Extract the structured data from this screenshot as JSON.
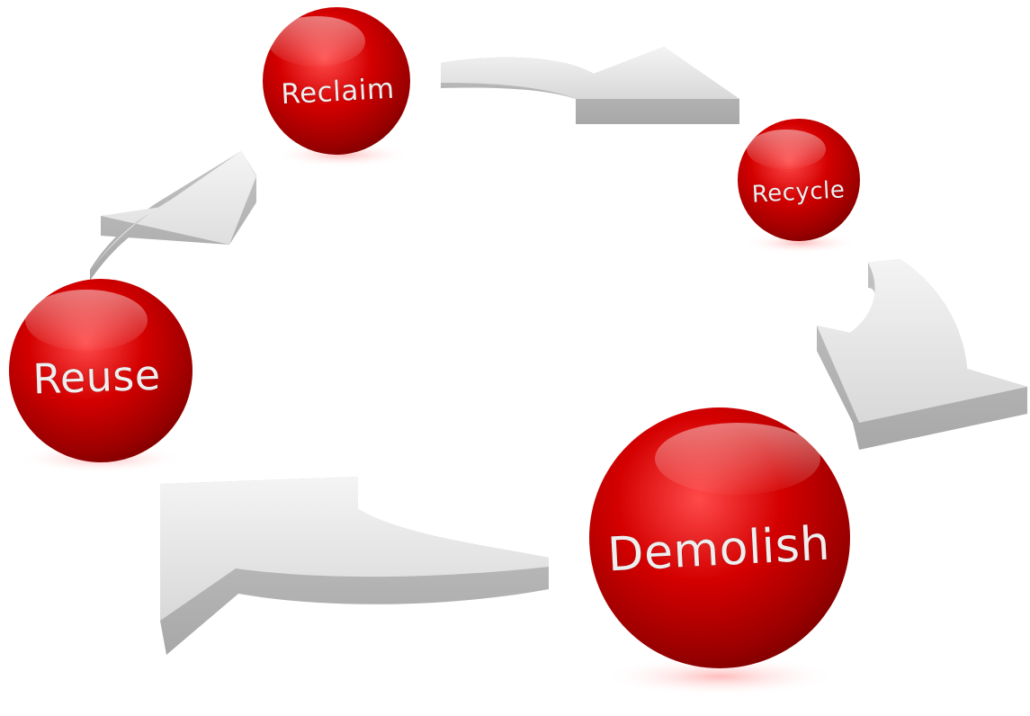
{
  "nodes": [
    {
      "id": "reclaim",
      "label": "Reclaim"
    },
    {
      "id": "recycle",
      "label": "Recycle"
    },
    {
      "id": "demolish",
      "label": "Demolish"
    },
    {
      "id": "reuse",
      "label": "Reuse"
    }
  ],
  "colors": {
    "sphere_main": "#d40000",
    "sphere_dark": "#8c0000",
    "arrow_light": "#eeeeee",
    "arrow_side": "#b9b9b9",
    "label": "#eeeeee"
  }
}
